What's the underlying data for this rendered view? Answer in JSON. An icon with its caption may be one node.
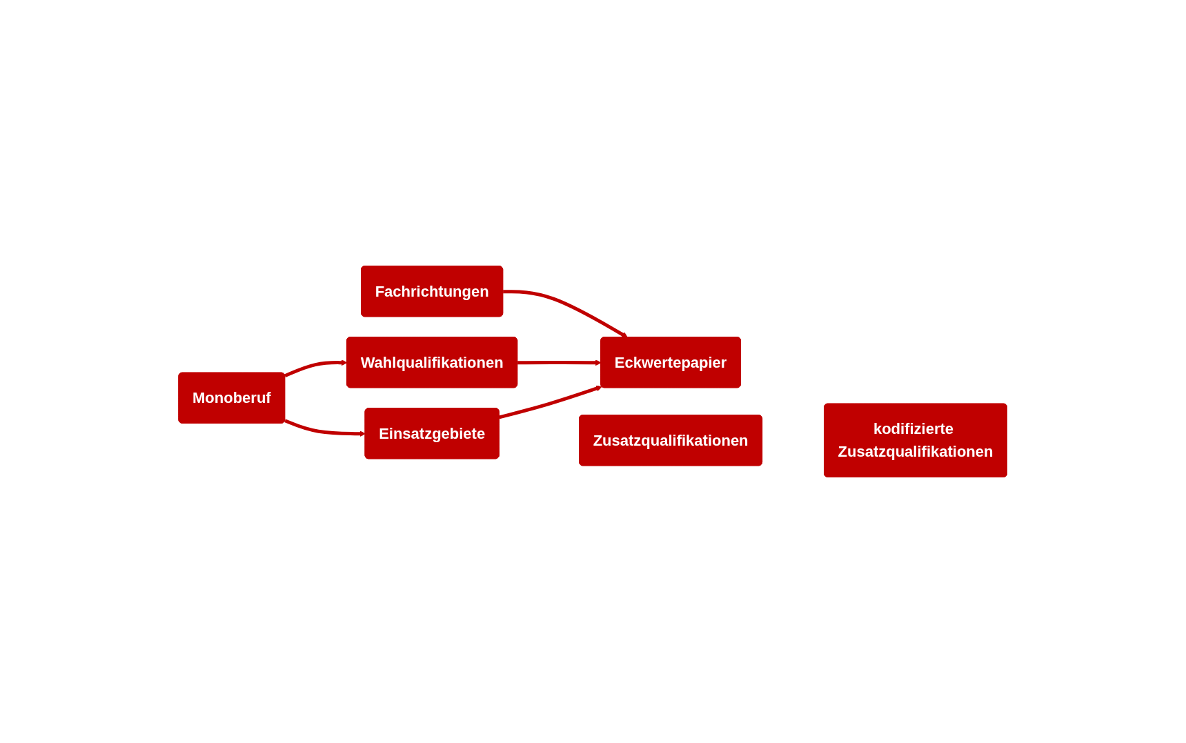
{
  "diagram": {
    "nodes": [
      {
        "text": [
          "Fachrichtungen"
        ]
      },
      {
        "text": [
          "Wahlqualifikationen"
        ]
      },
      {
        "text": [
          "Monoberuf"
        ]
      },
      {
        "text": [
          "Eckwertepapier"
        ]
      },
      {
        "text": [
          "Einsatzgebiete"
        ]
      },
      {
        "text": [
          "Zusatzqualifikationen"
        ]
      },
      {
        "text": [
          "kodifizierte Zusatzqualifikationen"
        ]
      }
    ],
    "edges": [
      {
        "from": 0,
        "to": 3,
        "arrow": "to"
      },
      {
        "from": 2,
        "to": 1,
        "arrow": "to"
      },
      {
        "from": 2,
        "to": 4,
        "arrow": "to"
      },
      {
        "from": 1,
        "to": 3,
        "arrow": "to"
      },
      {
        "from": 4,
        "to": 3,
        "arrow": "to"
      }
    ]
  }
}
